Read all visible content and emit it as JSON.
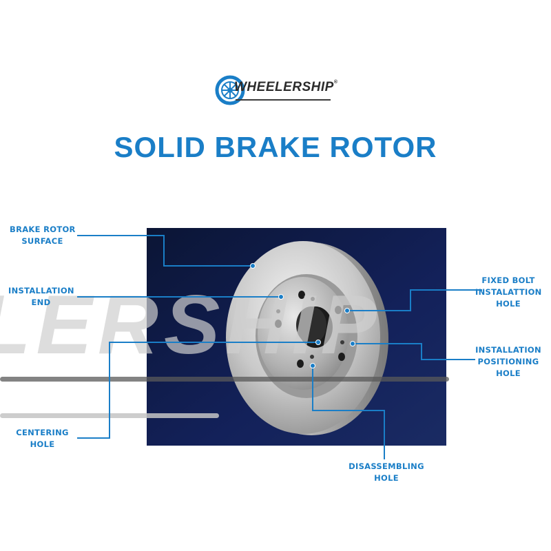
{
  "brand": {
    "name": "WHEELERSHIP",
    "trademark": "®",
    "watermark": "LERSHIP"
  },
  "title": "SOLID BRAKE ROTOR",
  "colors": {
    "accent": "#1a7ec7",
    "panel_dark": "#0b1535",
    "panel_light": "#1a2b63",
    "rotor_light": "#e6e6e6",
    "rotor_dark": "#8a8a8a"
  },
  "callouts": [
    {
      "id": "brake-rotor-surface",
      "lines": [
        "BRAKE ROTOR",
        "SURFACE"
      ]
    },
    {
      "id": "installation-end",
      "lines": [
        "INSTALLATION",
        "END"
      ]
    },
    {
      "id": "centering-hole",
      "lines": [
        "CENTERING",
        "HOLE"
      ]
    },
    {
      "id": "fixed-bolt-installation-hole",
      "lines": [
        "FIXED BOLT",
        "INSTALATTION",
        "HOLE"
      ]
    },
    {
      "id": "installation-positioning-hole",
      "lines": [
        "INSTALLATION",
        "POSITIONING",
        "HOLE"
      ]
    },
    {
      "id": "disassembling-hole",
      "lines": [
        "DISASSEMBLING",
        "HOLE"
      ]
    }
  ]
}
